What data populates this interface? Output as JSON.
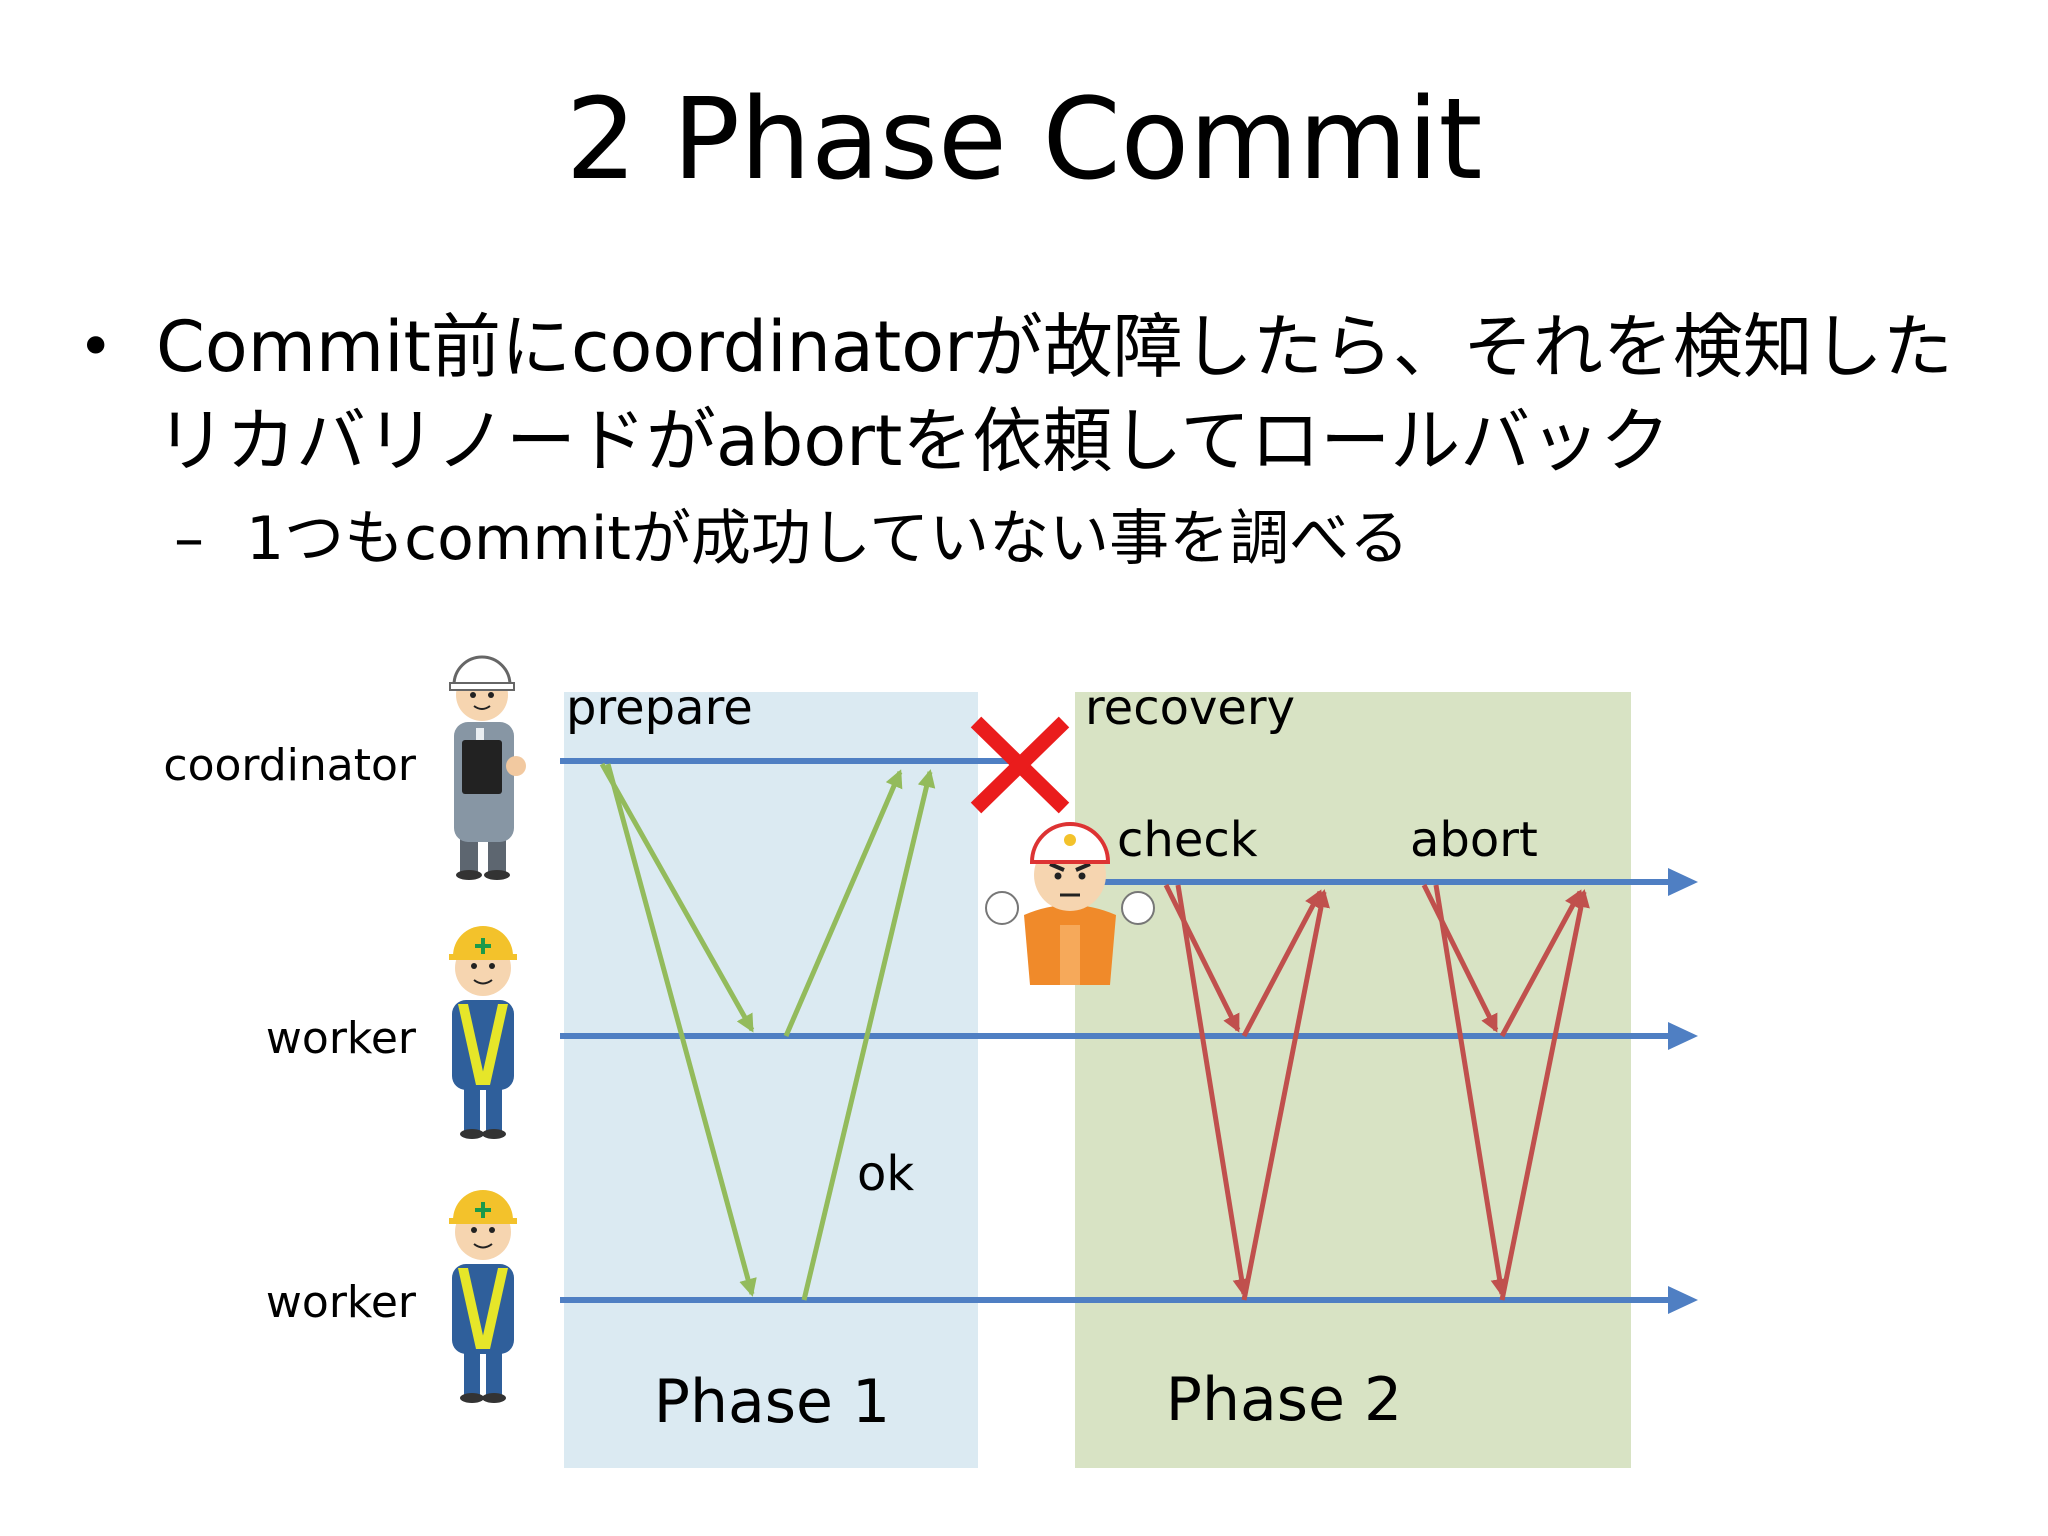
{
  "title": "2 Phase Commit",
  "bullet": {
    "marker": "•",
    "line1": "Commit前にcoordinatorが故障したら、それを検知した",
    "line2": "リカバリノードがabortを依頼してロールバック",
    "sub_marker": "–",
    "sub": "1つもcommitが成功していない事を調べる"
  },
  "diagram": {
    "roles": {
      "coordinator": "coordinator",
      "worker1": "worker",
      "worker2": "worker"
    },
    "labels": {
      "prepare": "prepare",
      "recovery": "recovery",
      "check": "check",
      "abort": "abort",
      "ok": "ok"
    },
    "phases": {
      "phase1": "Phase 1",
      "phase2": "Phase 2"
    },
    "colors": {
      "phase1_bg": "#dbeaf2",
      "phase2_bg": "#d8e3c4",
      "timeline": "#4f7fc3",
      "prepare_msg": "#93bb5c",
      "recovery_msg": "#c0504d",
      "failure_mark": "#ea1c1c"
    },
    "icons": {
      "coordinator": "supervisor-with-clipboard-icon",
      "recovery": "recovery-worker-icon",
      "worker": "construction-worker-icon",
      "failure": "failure-cross-icon"
    }
  }
}
